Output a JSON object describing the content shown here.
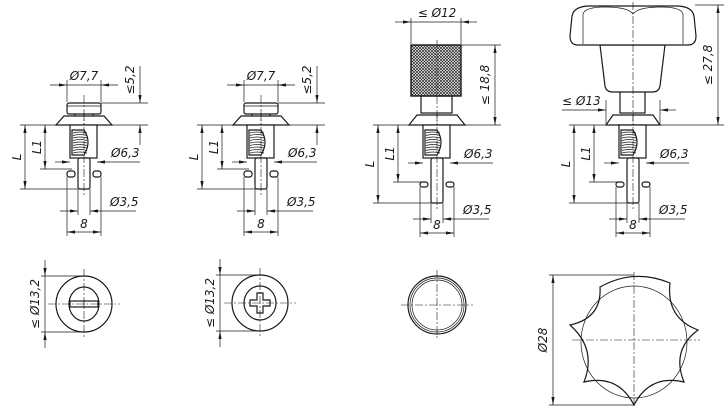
{
  "views": [
    {
      "head_dia": "Ø7,7",
      "head_height": "≤5,2",
      "L": "L",
      "L1": "L1",
      "body_dia": "Ø6,3",
      "pin_dia": "Ø3,5",
      "pin_spacing": "8",
      "face_dia": "≤ Ø13,2",
      "head_type": "slotted"
    },
    {
      "head_dia": "Ø7,7",
      "head_height": "≤5,2",
      "L": "L",
      "L1": "L1",
      "body_dia": "Ø6,3",
      "pin_dia": "Ø3,5",
      "pin_spacing": "8",
      "face_dia": "≤ Ø13,2",
      "head_type": "phillips"
    },
    {
      "head_dia": "≤ Ø12",
      "head_height": "≤ 18,8",
      "L": "L",
      "L1": "L1",
      "body_dia": "Ø6,3",
      "pin_dia": "Ø3,5",
      "pin_spacing": "8",
      "head_type": "knurled-knob"
    },
    {
      "head_dia": "≤ Ø13",
      "head_height": "≤ 27,8",
      "L": "L",
      "L1": "L1",
      "body_dia": "Ø6,3",
      "pin_dia": "Ø3,5",
      "pin_spacing": "8",
      "face_dia": "Ø28",
      "head_type": "star-knob"
    }
  ]
}
